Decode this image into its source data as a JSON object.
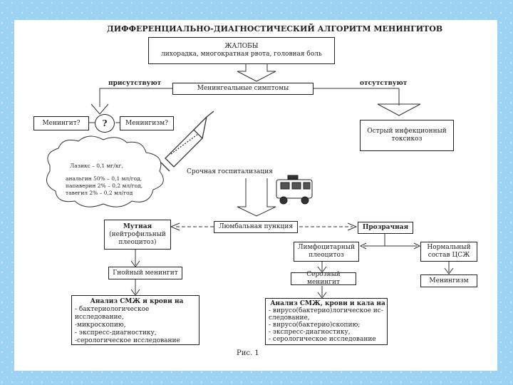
{
  "diagram": {
    "title": "ДИФФЕРЕНЦИАЛЬНО-ДИАГНОСТИЧЕСКИЙ АЛГОРИТМ МЕНИНГИТОВ",
    "complaints": {
      "heading": "ЖАЛОБЫ",
      "text": "лихорадка, многократная рвота, головная боль"
    },
    "present_label": "присутствуют",
    "absent_label": "отсутствуют",
    "meningeal_symptoms": "Менингеальные симптомы",
    "meningitis_left": "Менингит?",
    "question": "?",
    "meningism": "Менингизм?",
    "acute_toxicosis": [
      "Острый инфекционный",
      "токсикоз"
    ],
    "cloud": {
      "line1": "Лазикс – 0,1 мг/кг,",
      "line2": "анальгин 50% – 0,1 мл/год,",
      "line3": "папаверин 2% – 0,2 мл/год,",
      "line4": "тавегил 2% – 0,2 мл/год"
    },
    "hospitalization": "Срочная госпитализация",
    "lumbar_puncture": "Люмбальная пункция",
    "cloudy": {
      "title": "Мутная",
      "sub1": "(нейтрофильный",
      "sub2": "плеоцитоз)"
    },
    "clear": "Прозрачная",
    "lymph": [
      "Лимфоцитарный",
      "плеоцитоз"
    ],
    "normal_csf": [
      "Нормальный",
      "состав ЦСЖ"
    ],
    "purulent": "Гнойный менингит",
    "serous": "Серозный менингит",
    "meningism_box": "Менингизм",
    "analysis_left": {
      "title": "Анализ СМЖ и крови на",
      "items": [
        "- бактериологическое исследование,",
        "-микроскопию,",
        "- экспресс-диагностику,",
        "-серологическое исследование"
      ]
    },
    "analysis_right": {
      "title": "Анализ СМЖ, крови и кала на",
      "items": [
        "- вирусо(бактерио)логическое ис-",
        "следование,",
        "- вирусо(бактерио)скопию;",
        "- экспресс-диагностику,",
        "- серологическое исследование"
      ]
    },
    "figure_caption": "Рис. 1"
  }
}
